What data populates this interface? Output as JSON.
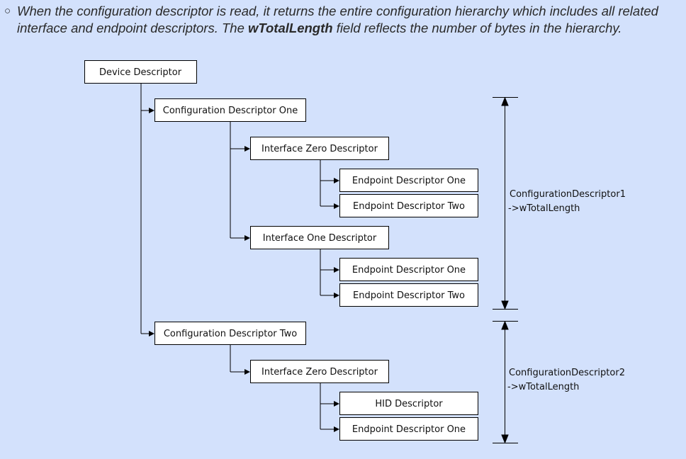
{
  "note": {
    "bullet": "○",
    "part1": "When the configuration descriptor is read, it returns the entire configuration hierarchy which includes all related interface and endpoint descriptors. The ",
    "bold": "wTotalLength",
    "part2": " field reflects the number of bytes in the hierarchy."
  },
  "diagram": {
    "boxes": {
      "device": "Device Descriptor",
      "config1": "Configuration Descriptor One",
      "if0_c1": "Interface Zero Descriptor",
      "ep1_if0_c1": "Endpoint Descriptor One",
      "ep2_if0_c1": "Endpoint Descriptor Two",
      "if1_c1": "Interface One Descriptor",
      "ep1_if1_c1": "Endpoint Descriptor One",
      "ep2_if1_c1": "Endpoint Descriptor Two",
      "config2": "Configuration Descriptor Two",
      "if0_c2": "Interface Zero Descriptor",
      "hid_c2": "HID Descriptor",
      "ep1_c2": "Endpoint Descriptor One"
    },
    "ranges": {
      "config1_line1": "ConfigurationDescriptor1",
      "config1_line2": "->wTotalLength",
      "config2_line1": "ConfigurationDescriptor2",
      "config2_line2": "->wTotalLength"
    }
  }
}
